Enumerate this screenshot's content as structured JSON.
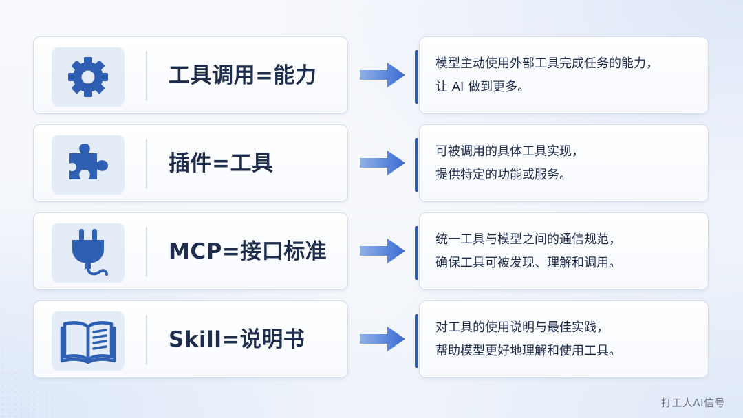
{
  "colors": {
    "icon_blue": "#2f5fb3",
    "icon_bg": "#e4ecf8",
    "text_dark": "#1f2d4c",
    "arrow_light": "#8fb1e8",
    "arrow_dark": "#3b6ad0"
  },
  "rows": [
    {
      "icon": "gear-icon",
      "label": "工具调用=能力",
      "desc_line1": "模型主动使用外部工具完成任务的能力，",
      "desc_line2": "让 AI 做到更多。"
    },
    {
      "icon": "puzzle-piece-icon",
      "label": "插件=工具",
      "desc_line1": "可被调用的具体工具实现，",
      "desc_line2": "提供特定的功能或服务。"
    },
    {
      "icon": "plug-icon",
      "label": "MCP=接口标准",
      "desc_line1": "统一工具与模型之间的通信规范，",
      "desc_line2": "确保工具可被发现、理解和调用。"
    },
    {
      "icon": "open-book-icon",
      "label": "Skill=说明书",
      "desc_line1": "对工具的使用说明与最佳实践，",
      "desc_line2": "帮助模型更好地理解和使用工具。"
    }
  ],
  "watermark": "打工人AI信号"
}
